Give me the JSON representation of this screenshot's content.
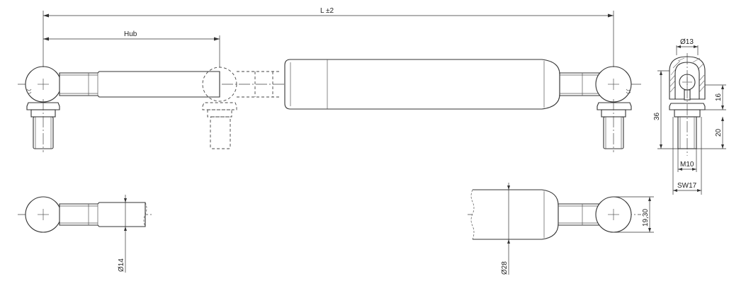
{
  "dimensions": {
    "length": "L ±2",
    "stroke": "Hub",
    "ball_diameter": "Ø13",
    "height_36": "36",
    "height_16": "16",
    "thread_length": "20",
    "thread": "M10",
    "wrench_size": "SW17",
    "rod_diameter": "Ø14",
    "tube_diameter": "Ø28",
    "ball_height": "19,30"
  }
}
